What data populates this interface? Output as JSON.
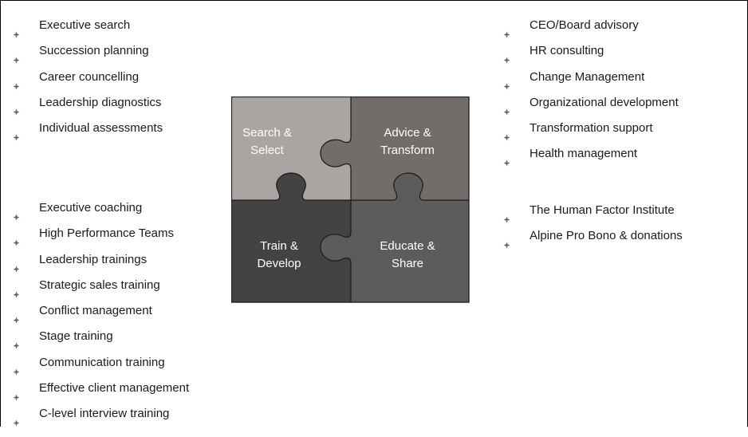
{
  "lists": {
    "left_top": [
      "Executive search",
      "Succession planning",
      "Career councelling",
      "Leadership diagnostics",
      "Individual assessments"
    ],
    "left_bottom": [
      "Executive coaching",
      "High Performance Teams",
      "Leadership trainings",
      "Strategic sales training",
      "Conflict management",
      "Stage training",
      "Communication training",
      "Effective client management",
      "C-level interview training"
    ],
    "right_top": [
      "CEO/Board advisory",
      "HR consulting",
      "Change Management",
      "Organizational development",
      "Transformation support",
      "Health management"
    ],
    "right_bottom": [
      "The Human Factor Institute",
      "Alpine Pro Bono & donations"
    ]
  },
  "puzzle": {
    "search_select": {
      "line1": "Search &",
      "line2": "Select"
    },
    "advice_transform": {
      "line1": "Advice &",
      "line2": "Transform"
    },
    "train_develop": {
      "line1": "Train &",
      "line2": "Develop"
    },
    "educate_share": {
      "line1": "Educate &",
      "line2": "Share"
    }
  },
  "colors": {
    "search_select": "#aaa5a2",
    "advice_transform": "#736d6a",
    "train_develop": "#444242",
    "educate_share": "#5d5b5b",
    "bullet": "#666666"
  }
}
